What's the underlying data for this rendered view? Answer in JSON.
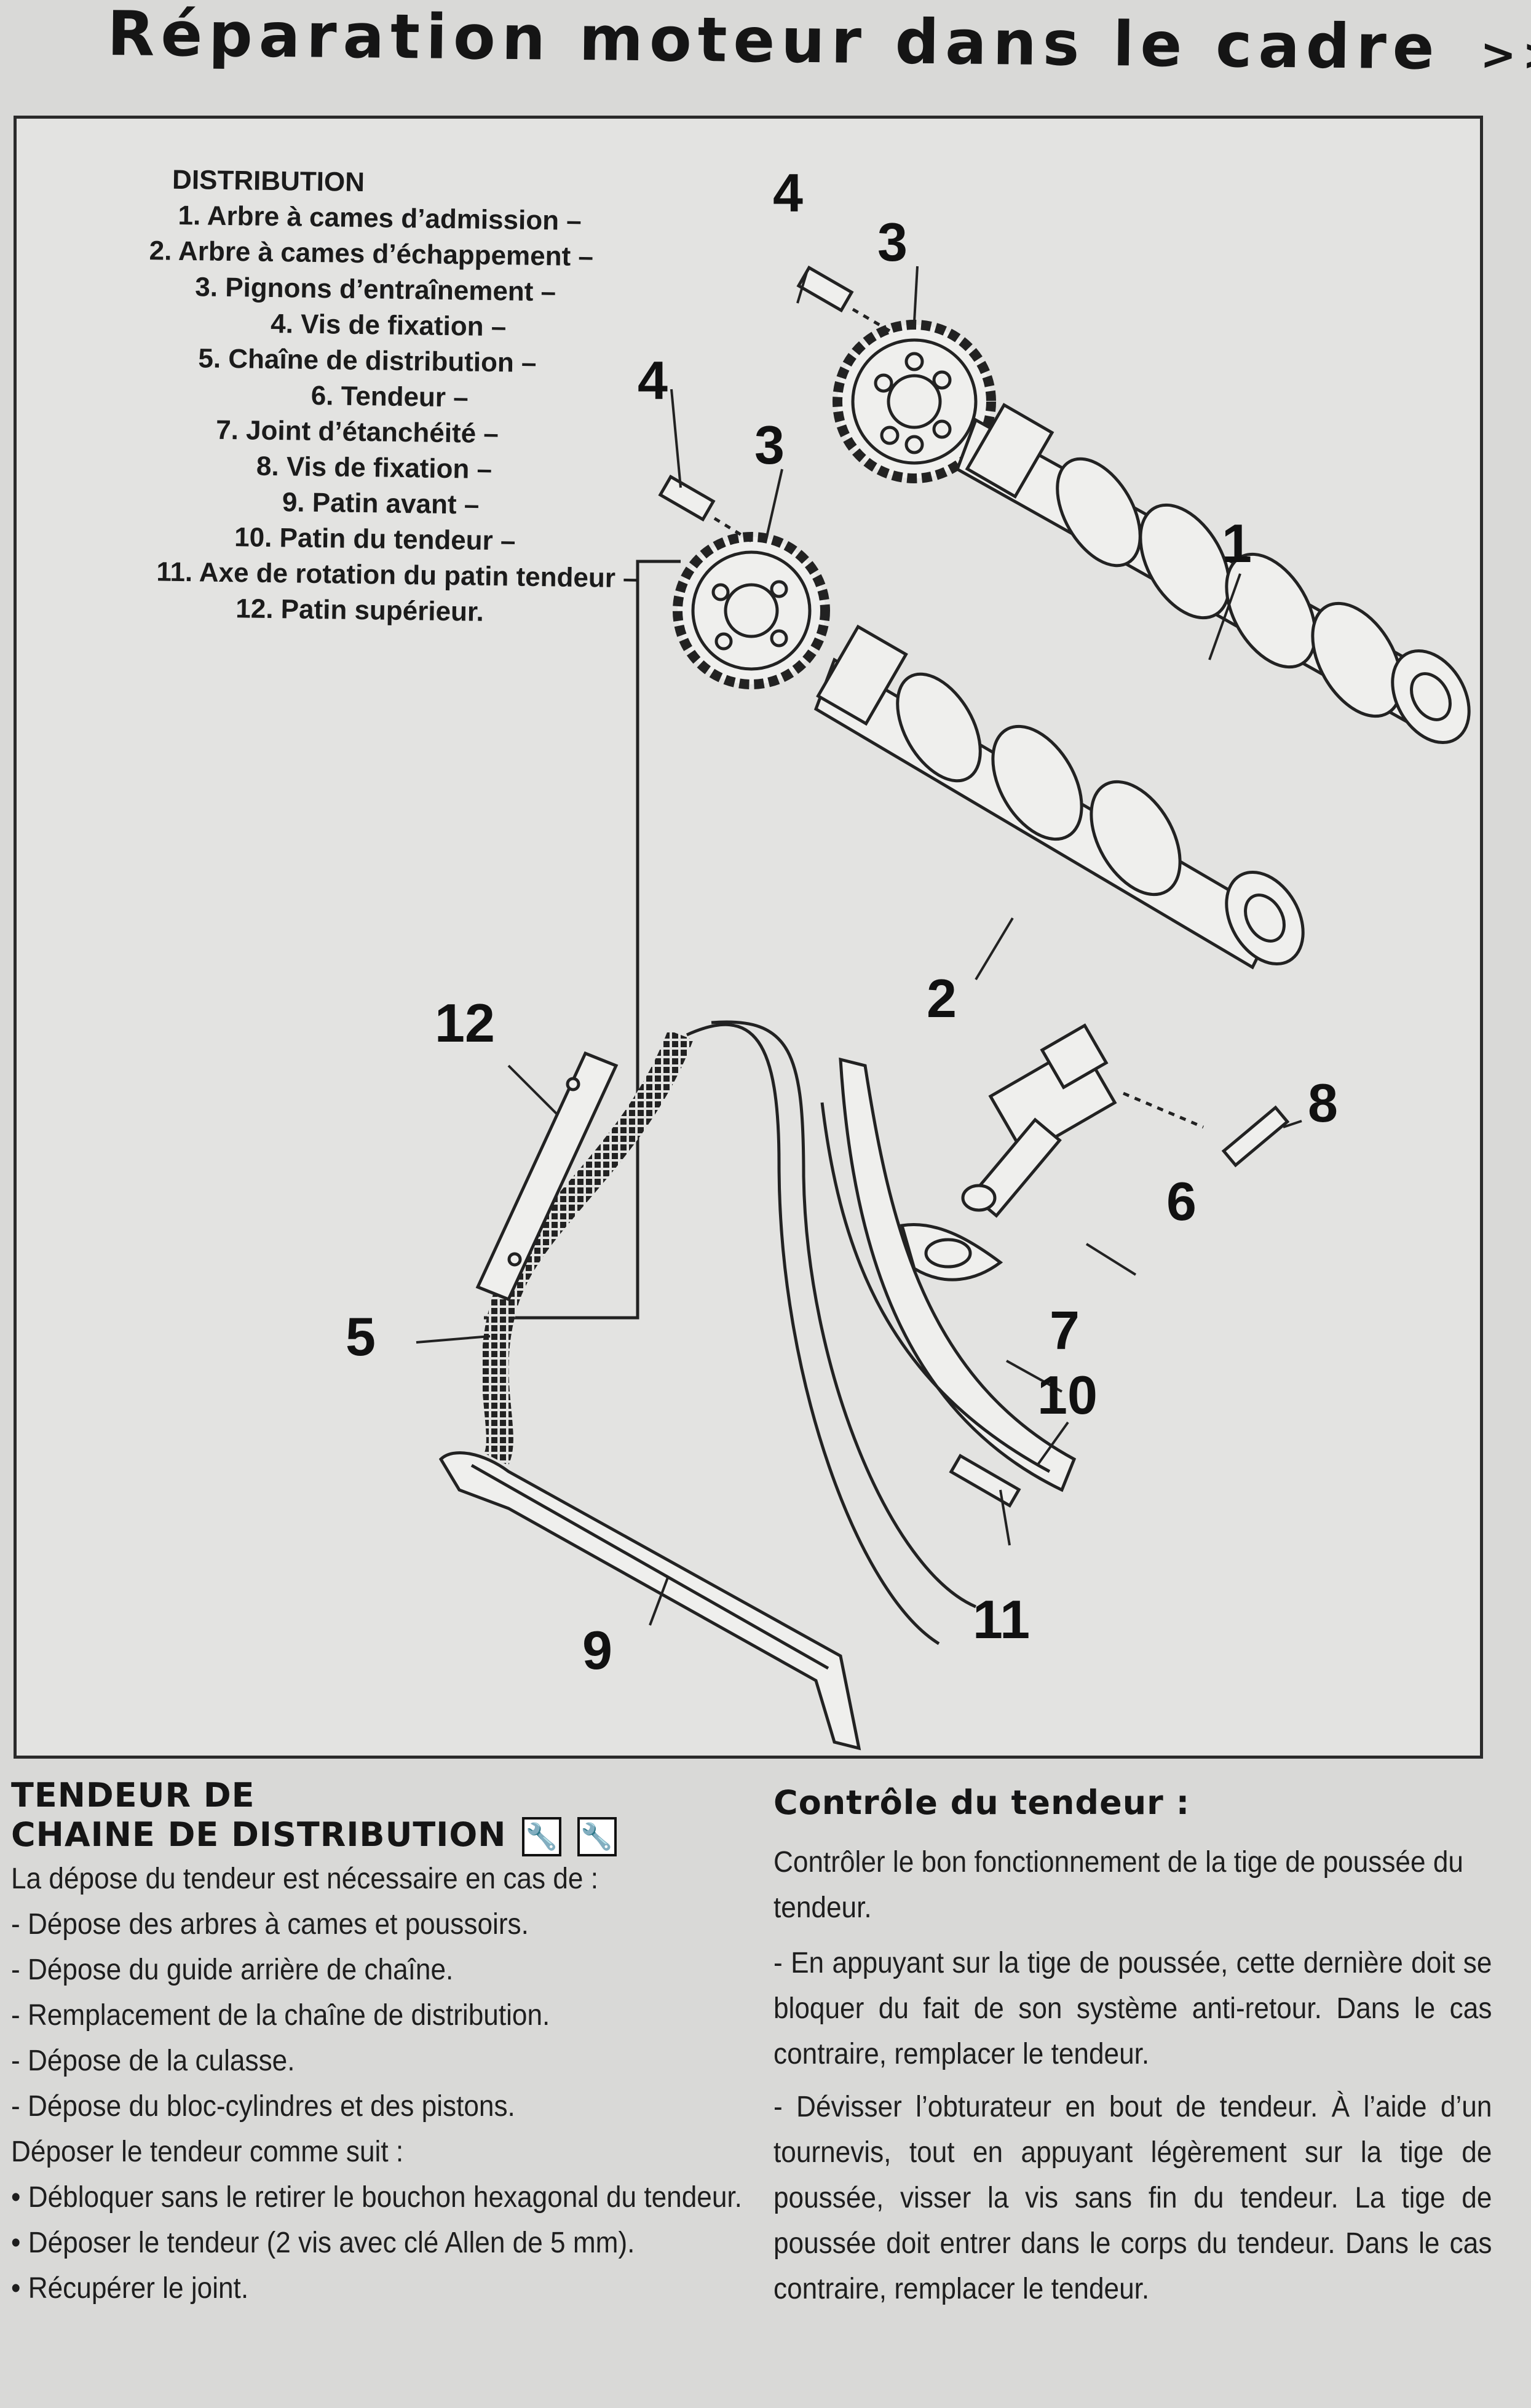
{
  "header": {
    "title": "Réparation moteur dans le cadre",
    "arrows": ">>"
  },
  "figure": {
    "legend_title": "DISTRIBUTION",
    "legend_items": [
      "1. Arbre à cames d’admission –",
      "2. Arbre à cames d’échappement –",
      "3. Pignons d’entraînement –",
      "4. Vis de fixation –",
      "5. Chaîne de distribution –",
      "6. Tendeur –",
      "7. Joint d’étanchéité –",
      "8. Vis de fixation –",
      "9. Patin avant –",
      "10. Patin du tendeur –",
      "11. Axe de rotation du patin tendeur –",
      "12. Patin supérieur."
    ],
    "callouts": {
      "c1": "1",
      "c2": "2",
      "c3a": "3",
      "c3b": "3",
      "c4a": "4",
      "c4b": "4",
      "c5": "5",
      "c6": "6",
      "c7": "7",
      "c8": "8",
      "c9": "9",
      "c10": "10",
      "c11": "11",
      "c12": "12"
    }
  },
  "left_section": {
    "heading_line1": "TENDEUR DE",
    "heading_line2": "CHAINE DE DISTRIBUTION",
    "icon": "wrench-icon",
    "intro": "La dépose du tendeur est nécessaire en cas de :",
    "cases": [
      "- Dépose des arbres à cames et poussoirs.",
      "- Dépose du guide arrière de chaîne.",
      "- Remplacement de la chaîne de distribution.",
      "- Dépose de la culasse.",
      "- Dépose du bloc-cylindres et des pistons."
    ],
    "steps_intro": "Déposer le tendeur comme suit :",
    "steps": [
      "• Débloquer sans le retirer le bouchon hexagonal du tendeur.",
      "• Déposer le tendeur (2 vis avec clé Allen de 5 mm).",
      "• Récupérer le joint."
    ]
  },
  "right_section": {
    "heading": "Contrôle du tendeur :",
    "p1": "Contrôler le bon fonctionnement de la tige de poussée du tendeur.",
    "p2": "- En appuyant sur la tige de poussée, cette dernière doit se bloquer du fait de son système anti-retour. Dans le cas contraire, remplacer le tendeur.",
    "p3": "- Dévisser l’obturateur en bout de tendeur. À l’aide d’un tournevis, tout en appuyant légèrement sur la tige de poussée, visser la vis sans fin du tendeur. La tige de poussée doit entrer dans le corps du tendeur. Dans le cas contraire, remplacer le tendeur."
  }
}
